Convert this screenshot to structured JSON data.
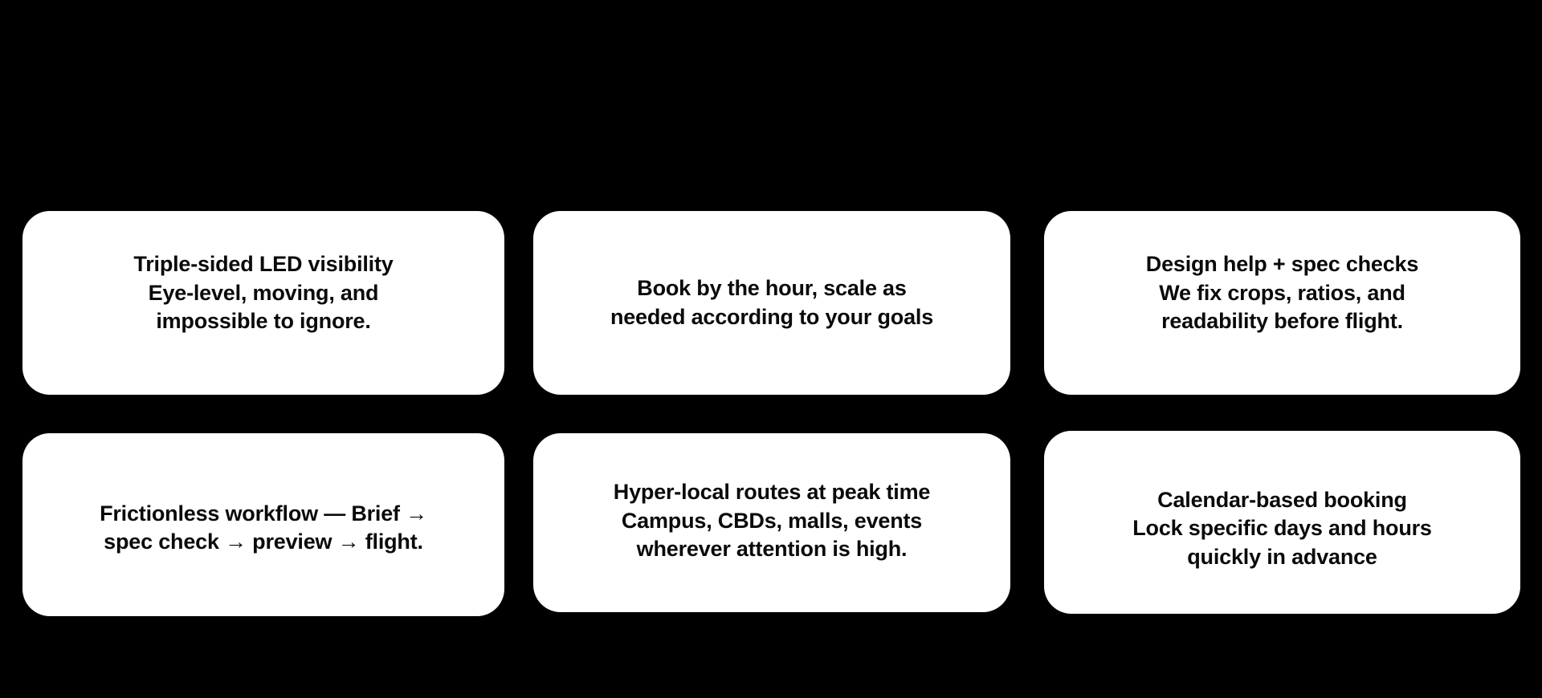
{
  "page": {
    "background_color": "#000000",
    "card_color": "#ffffff",
    "text_color": "#0a0a0a"
  },
  "grid": {
    "columns": 3,
    "rows": 2,
    "cards": [
      {
        "id": "card-1",
        "name": "triple-sided-led-visibility",
        "lines": [
          "Triple-sided LED visibility",
          "Eye-level, moving, and",
          "impossible to ignore."
        ]
      },
      {
        "id": "card-2",
        "name": "book-by-the-hour",
        "lines": [
          "Book by the hour, scale as",
          "needed according to your goals"
        ]
      },
      {
        "id": "card-3",
        "name": "design-help-spec-checks",
        "lines": [
          "Design help + spec checks",
          "We fix crops, ratios, and",
          "readability before flight."
        ]
      },
      {
        "id": "card-4",
        "name": "frictionless-workflow",
        "lines": [
          "Frictionless workflow — Brief →",
          "spec check → preview → flight."
        ]
      },
      {
        "id": "card-5",
        "name": "hyper-local-routes",
        "lines": [
          "Hyper-local routes at peak time",
          "Campus, CBDs, malls, events",
          "wherever attention is high."
        ]
      },
      {
        "id": "card-6",
        "name": "calendar-based-booking",
        "lines": [
          "Calendar-based booking",
          "Lock specific days and hours",
          "quickly in advance"
        ]
      }
    ]
  }
}
